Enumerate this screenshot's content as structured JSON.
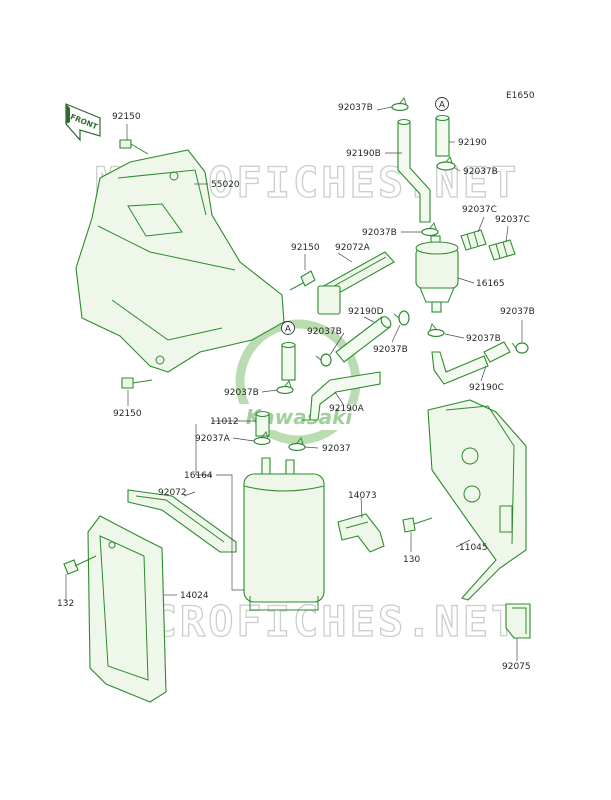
{
  "diagram_code": "E1650",
  "front_marker": "FRONT",
  "watermark": {
    "top": "MICROFICHES.NET",
    "bottom": "MICROFICHES.NET",
    "logo": "Kawasaki"
  },
  "reference_mark": "A",
  "part_labels": {
    "p92150_top": "92150",
    "p55020": "55020",
    "p92150_mid": "92150",
    "p92150_bottom": "92150",
    "p92072a": "92072A",
    "p92190d": "92190D",
    "p92037b_1": "92037B",
    "p92190b": "92190B",
    "p92190": "92190",
    "p92037b_2": "92037B",
    "p92037c_1": "92037C",
    "p92037c_2": "92037C",
    "p92037b_3": "92037B",
    "p16165": "16165",
    "p92037b_4": "92037B",
    "p92037b_5": "92037B",
    "p92037b_6": "92037B",
    "p92037b_7": "92037B",
    "p92190c": "92190C",
    "p92037b_8": "92037B",
    "p92190a": "92190A",
    "p11012": "11012",
    "p92037a": "92037A",
    "p92037": "92037",
    "p16164": "16164",
    "p92072": "92072",
    "p14073": "14073",
    "p130": "130",
    "p11045": "11045",
    "p132": "132",
    "p14024": "14024",
    "p92075": "92075"
  }
}
